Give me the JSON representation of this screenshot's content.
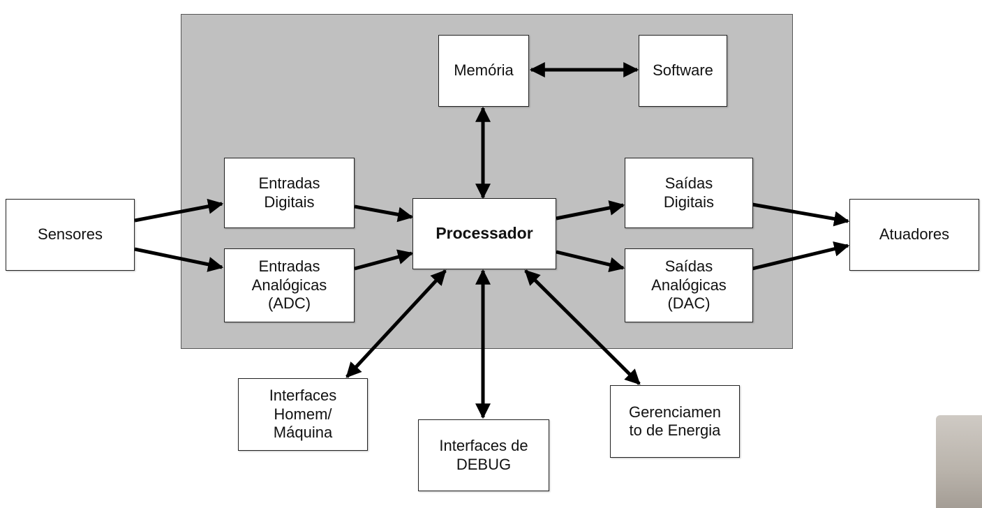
{
  "nodes": {
    "sensores": "Sensores",
    "entradas_digitais": "Entradas\nDigitais",
    "entradas_analogicas": "Entradas\nAnalógicas\n(ADC)",
    "processador": "Processador",
    "memoria": "Memória",
    "software": "Software",
    "saidas_digitais": "Saídas\nDigitais",
    "saidas_analogicas": "Saídas\nAnalógicas\n(DAC)",
    "atuadores": "Atuadores",
    "interfaces_hm": "Interfaces\nHomem/\nMáquina",
    "interfaces_debug": "Interfaces de\nDEBUG",
    "gerenciamento": "Gerenciamen\nto de Energia"
  },
  "edges": [
    {
      "from": "sensores",
      "to": "entradas_digitais",
      "direction": "forward"
    },
    {
      "from": "sensores",
      "to": "entradas_analogicas",
      "direction": "forward"
    },
    {
      "from": "entradas_digitais",
      "to": "processador",
      "direction": "forward"
    },
    {
      "from": "entradas_analogicas",
      "to": "processador",
      "direction": "forward"
    },
    {
      "from": "memoria",
      "to": "software",
      "direction": "both"
    },
    {
      "from": "memoria",
      "to": "processador",
      "direction": "both"
    },
    {
      "from": "processador",
      "to": "saidas_digitais",
      "direction": "forward"
    },
    {
      "from": "processador",
      "to": "saidas_analogicas",
      "direction": "forward"
    },
    {
      "from": "saidas_digitais",
      "to": "atuadores",
      "direction": "forward"
    },
    {
      "from": "saidas_analogicas",
      "to": "atuadores",
      "direction": "forward"
    },
    {
      "from": "processador",
      "to": "interfaces_hm",
      "direction": "both"
    },
    {
      "from": "processador",
      "to": "interfaces_debug",
      "direction": "both"
    },
    {
      "from": "processador",
      "to": "gerenciamento",
      "direction": "both"
    }
  ],
  "colors": {
    "region_fill": "#c0c0c0",
    "node_fill": "#ffffff",
    "arrow": "#000000"
  }
}
